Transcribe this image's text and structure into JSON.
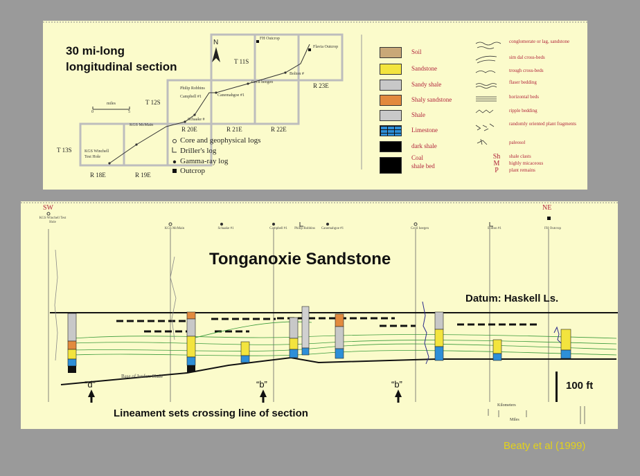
{
  "map": {
    "title_line1": "30 mi-long",
    "title_line2": "longitudinal section",
    "north_label": "N",
    "townships": [
      "T 11S",
      "T 12S",
      "T 13S"
    ],
    "ranges": [
      "R 18E",
      "R 19E",
      "R 20E",
      "R 21E",
      "R 22E",
      "R 23E"
    ],
    "scale_label": "miles",
    "scale_ticks": [
      "0",
      "5"
    ],
    "wells": {
      "fh_outcrop": "FH Outcrop",
      "flavia": "Flavia Outcrop",
      "bolton": "Bolton #",
      "cecil": "Cecil heegen",
      "philip": "Philip Robbins",
      "campbell": "Campbell #1",
      "canemahgoe": "Canemahgoe #1",
      "schaake": "Schaake #",
      "mcmain": "KGS McMain",
      "winchell_1": "KGS Winchell",
      "winchell_2": "Test Hole"
    },
    "key": [
      "Core and geophysical logs",
      "Driller's log",
      "Gamma-ray log",
      "Outcrop"
    ]
  },
  "lithology_legend": [
    {
      "label": "Soil",
      "color": "#c9a878"
    },
    {
      "label": "Sandstone",
      "color": "#f3e43e"
    },
    {
      "label": "Sandy shale",
      "color": "#c8c8c8"
    },
    {
      "label": "Shaly sandstone",
      "color": "#e28a3e"
    },
    {
      "label": "Shale",
      "color": "#c9c9c9"
    },
    {
      "label": "Limestone",
      "color": "#2e8fd8"
    },
    {
      "label": "dark shale",
      "color": "#000000"
    },
    {
      "label_line1": "Coal",
      "label_line2": "shale bed",
      "color": "#000000"
    }
  ],
  "structures_legend": [
    "conglomerate or lag, sandstone",
    "sim dal cross-beds",
    "trough cross-beds",
    "flaser bedding",
    "horizontal beds",
    "ripple bedding",
    "randomly oriented plant fragments",
    "paleosol",
    "shale clasts",
    "highly micaceous",
    "plant remains"
  ],
  "structure_symbols": [
    "Sh",
    "M",
    "P"
  ],
  "section": {
    "sw_label": "SW",
    "ne_label": "NE",
    "title": "Tonganoxie Sandstone",
    "datum": "Datum: Haskell Ls.",
    "lineament_labels": [
      "“d”",
      "“b”",
      "“b”"
    ],
    "scale_bar": "100 ft",
    "caption": "Lineament sets crossing line of section",
    "base_label": "Base of Iunfers Shale",
    "footer_label": "Kilometers",
    "miles_label": "Miles",
    "well_heads": [
      "KGS Winchell Test Hole",
      "KGS McMain",
      "Schaake #1",
      "Campbell #1",
      "Philip Robbins",
      "Canemahgoe #1",
      "Cecil heegen",
      "Bolton #1",
      "FH Outcrop"
    ]
  },
  "citation": "Beaty et al (1999)"
}
